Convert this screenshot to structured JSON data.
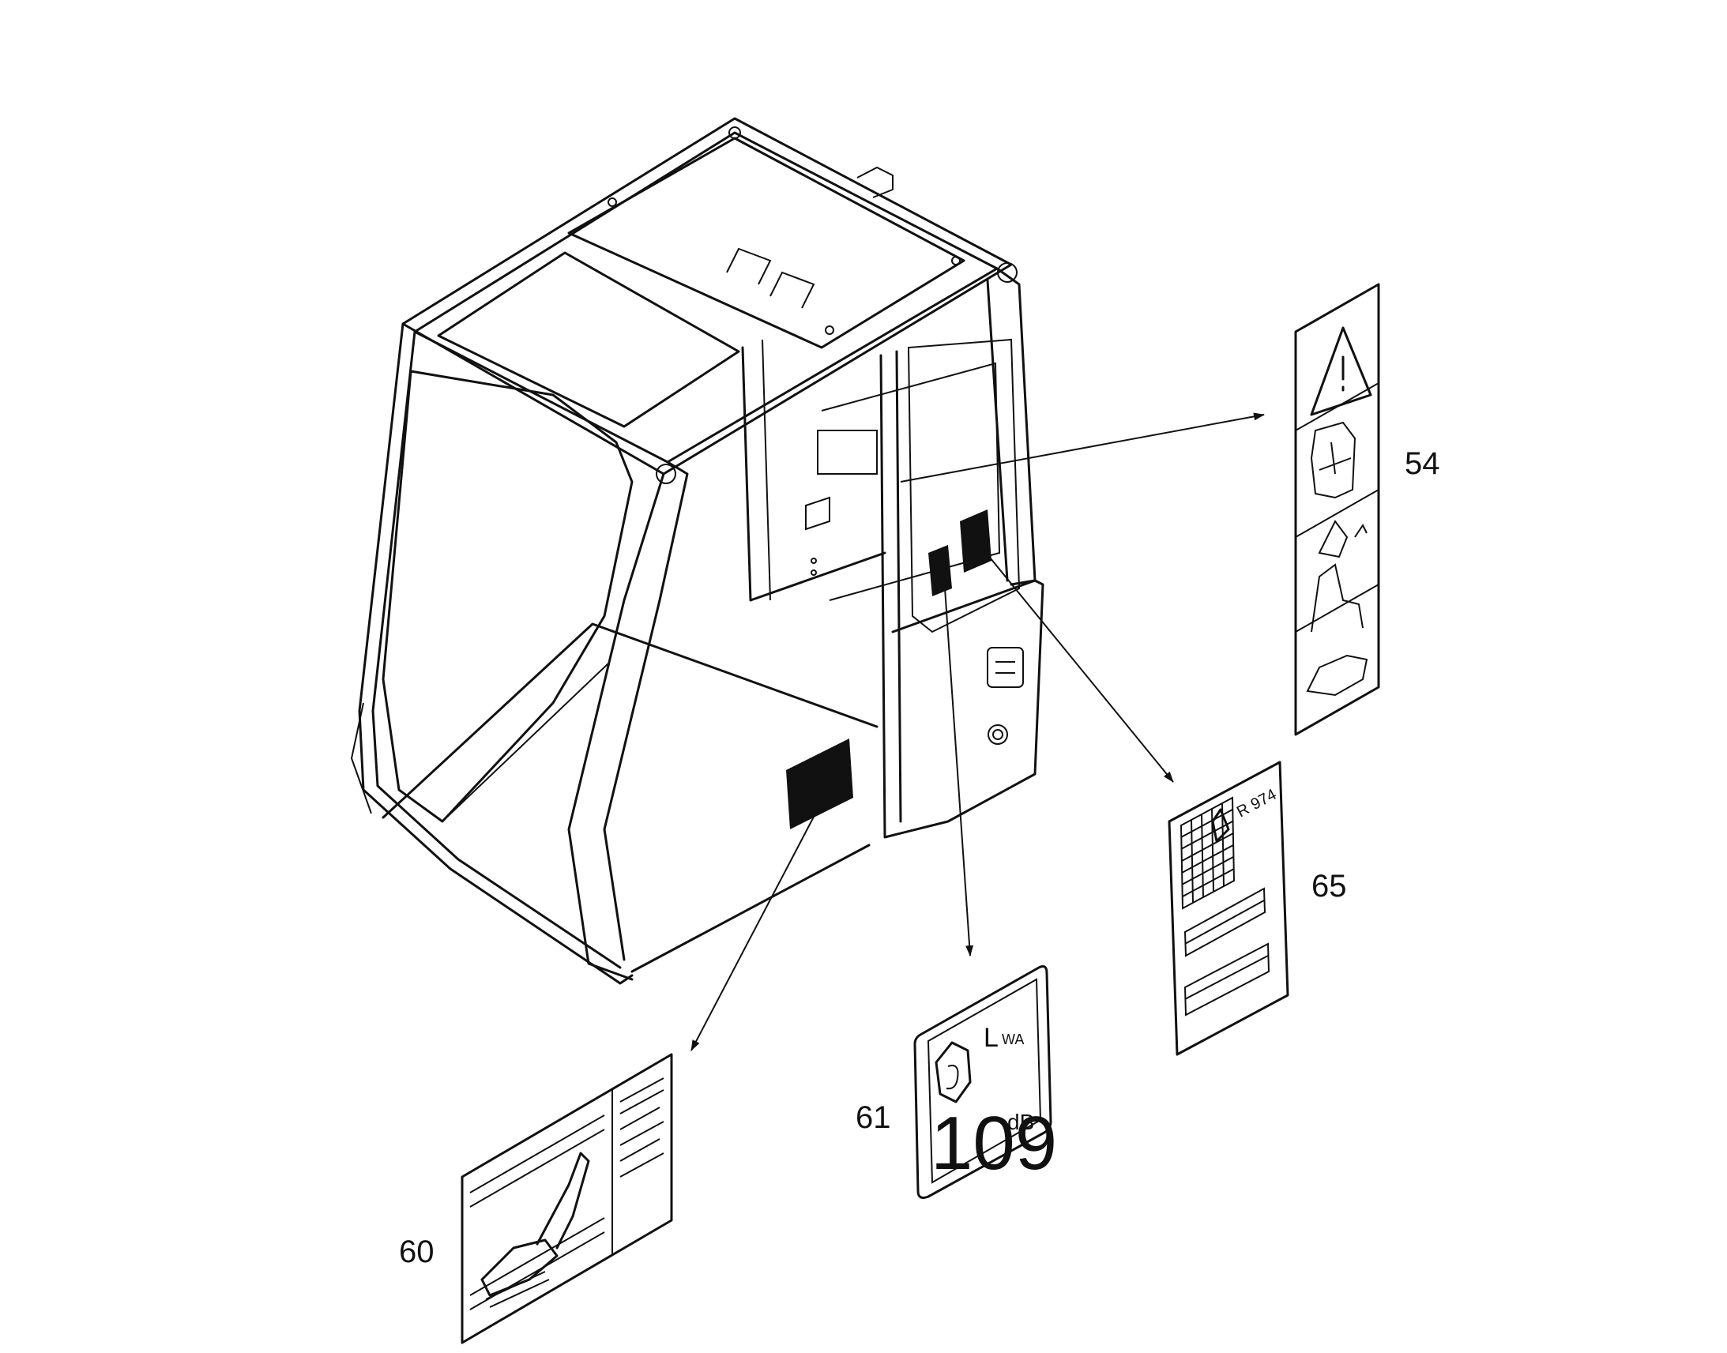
{
  "callouts": {
    "c54": "54",
    "c60": "60",
    "c61": "61",
    "c65": "65"
  },
  "decals": {
    "sound_level": {
      "symbol": "L",
      "subscript": "WA",
      "value": "109",
      "unit": "dB"
    },
    "model_label": "R 974"
  }
}
